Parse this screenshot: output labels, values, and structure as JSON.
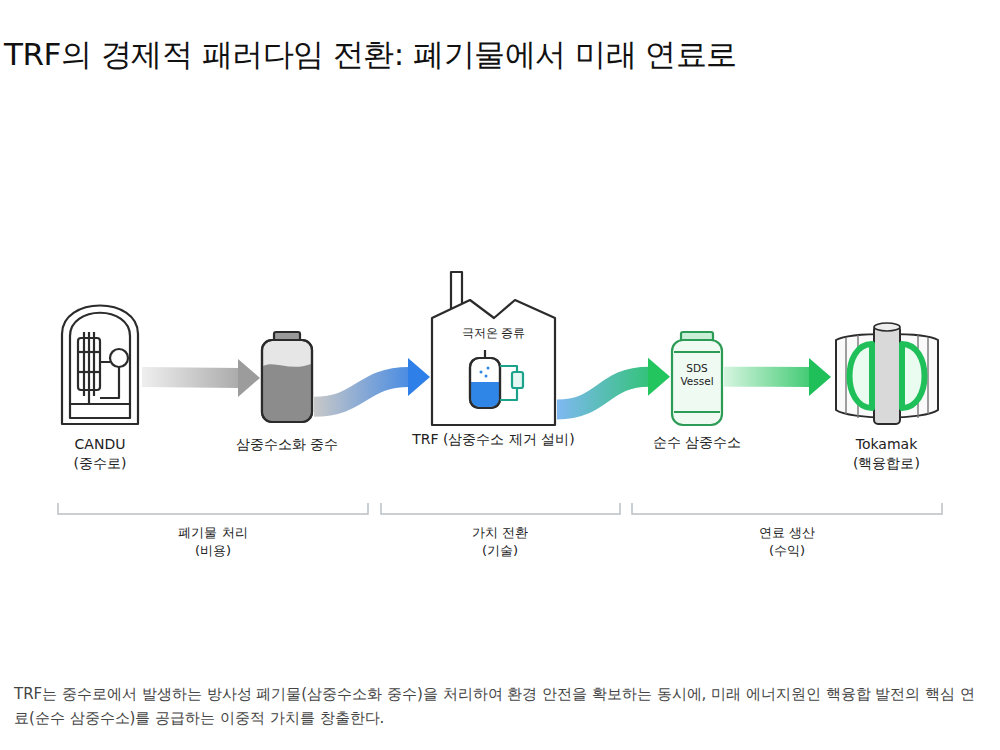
{
  "diagram": {
    "title": "TRF의 경제적 패러다임 전환: 폐기물에서 미래 연료로",
    "caption": "TRF는 중수로에서 발생하는 방사성 폐기물(삼중수소화 중수)을 처리하여 환경 안전을 확보하는 동시에, 미래 에너지원인 핵융합 발전의 핵심 연료(순수 삼중수소)를 공급하는 이중적 가치를 창출한다.",
    "nodes": [
      {
        "text": [
          "CANDU (중수로)"
        ]
      },
      {
        "text": [
          "삼중수소화 중수"
        ]
      },
      {
        "text": [
          "극저온 증류",
          "TRF (삼중수소 제거 설비)"
        ]
      },
      {
        "text": [
          "SDS Vessel",
          "순수 삼중수소"
        ]
      },
      {
        "text": [
          "Tokamak (핵융합로)"
        ]
      }
    ],
    "edges": [
      {
        "from": 0,
        "to": 1,
        "arrow": "to"
      },
      {
        "from": 1,
        "to": 2,
        "arrow": "to"
      },
      {
        "from": 2,
        "to": 3,
        "arrow": "to"
      },
      {
        "from": 3,
        "to": 4,
        "arrow": "to"
      }
    ],
    "labels": [
      "폐기물 처리 (비용)",
      "가치 전환 (기술)",
      "연료 생산 (수익)"
    ]
  }
}
